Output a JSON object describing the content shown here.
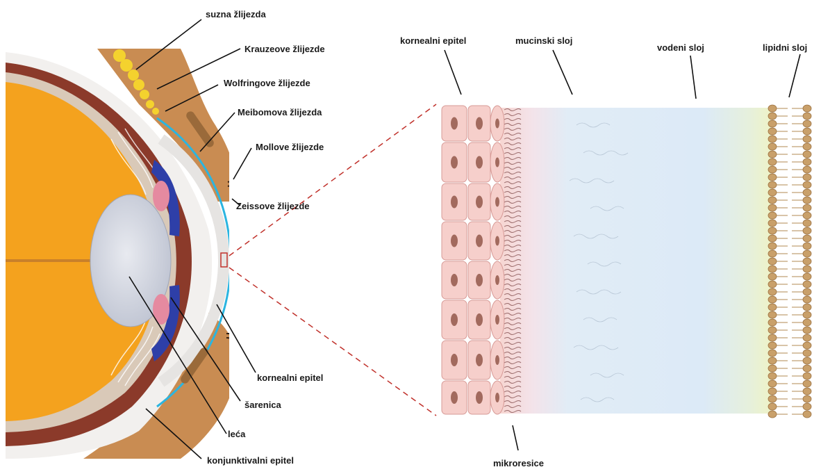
{
  "eye_labels": {
    "suzna": "suzna žlijezda",
    "krauze": "Krauzeove žlijezde",
    "wolfring": "Wolfringove žlijezde",
    "meibom": "Meibomova žlijezda",
    "moll": "Mollove žlijezde",
    "zeiss": "Zeissove žlijezde",
    "kornealni": "kornealni epitel",
    "sarenica": "šarenica",
    "leca": "leća",
    "konjunktivalni": "konjunktivalni epitel"
  },
  "film_labels": {
    "kornealni": "kornealni epitel",
    "mucinski": "mucinski sloj",
    "vodeni": "vodeni sloj",
    "lipidni": "lipidni sloj",
    "mikroresice": "mikroresice"
  },
  "colors": {
    "lens_orange": "#F4A21E",
    "sclera_maroon": "#8B3A2A",
    "iris_blue": "#2E3FA8",
    "eyelid_skin": "#C98C52",
    "tear_cyan": "#2BB5E0",
    "lipid_tan": "#C9A06A",
    "cell_pink": "#F6CFCB",
    "guide_red": "#C0302A"
  }
}
